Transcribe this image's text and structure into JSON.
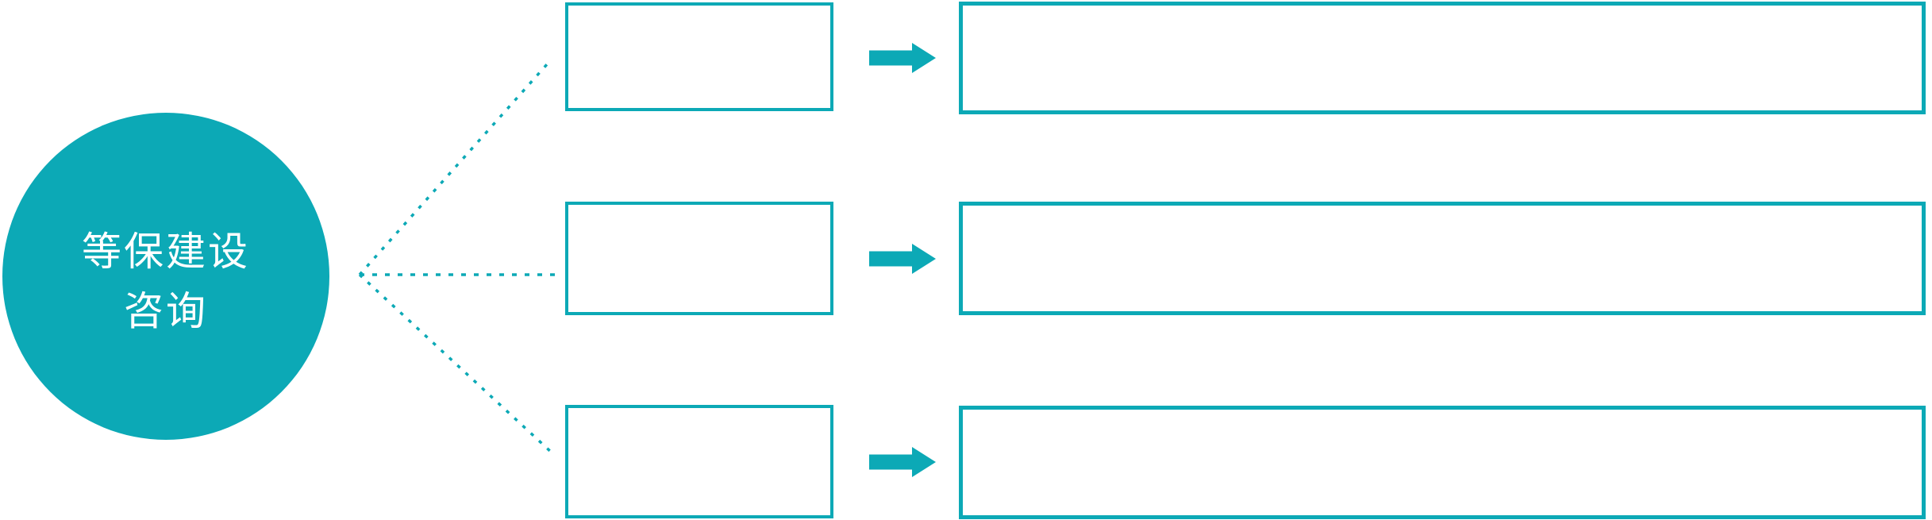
{
  "page": {
    "background_color": "#FFFFFF"
  },
  "diagram": {
    "accent_color": "#0CA9B6",
    "center_node": {
      "shape": "circle",
      "label_line1": "等保建设",
      "label_line2": "咨询",
      "text_color": "#FFFFFF"
    },
    "connectors": {
      "style": "dotted",
      "count": 3
    },
    "rows": [
      {
        "category_box_label": "",
        "arrow_icon": "right-block-arrow",
        "detail_box_label": ""
      },
      {
        "category_box_label": "",
        "arrow_icon": "right-block-arrow",
        "detail_box_label": ""
      },
      {
        "category_box_label": "",
        "arrow_icon": "right-block-arrow",
        "detail_box_label": ""
      }
    ]
  }
}
